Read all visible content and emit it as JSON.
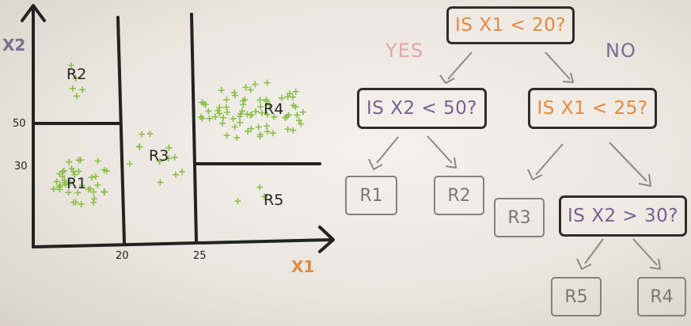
{
  "colors": {
    "orange": "#e2893f",
    "purple": "#7a5f91",
    "pink": "#e8a3ad",
    "lavender": "#7a6e92",
    "point_green": "#8cc14c",
    "ink": "#222222",
    "leaf_gray": "#85817c"
  },
  "plot": {
    "y_axis_title": "X2",
    "x_axis_title": "X1",
    "y_ticks": [
      "50",
      "30"
    ],
    "x_ticks": [
      "20",
      "25"
    ],
    "regions": [
      "R1",
      "R2",
      "R3",
      "R4",
      "R5"
    ],
    "point_marker": "plus-sign"
  },
  "tree": {
    "yes_label": "YES",
    "no_label": "NO",
    "root": "IS X1 < 20?",
    "left_split": "IS X2 < 50?",
    "right_split": "IS X1 < 25?",
    "lower_split": "IS X2 > 30?",
    "leaves": [
      "R1",
      "R2",
      "R3",
      "R5",
      "R4"
    ]
  }
}
